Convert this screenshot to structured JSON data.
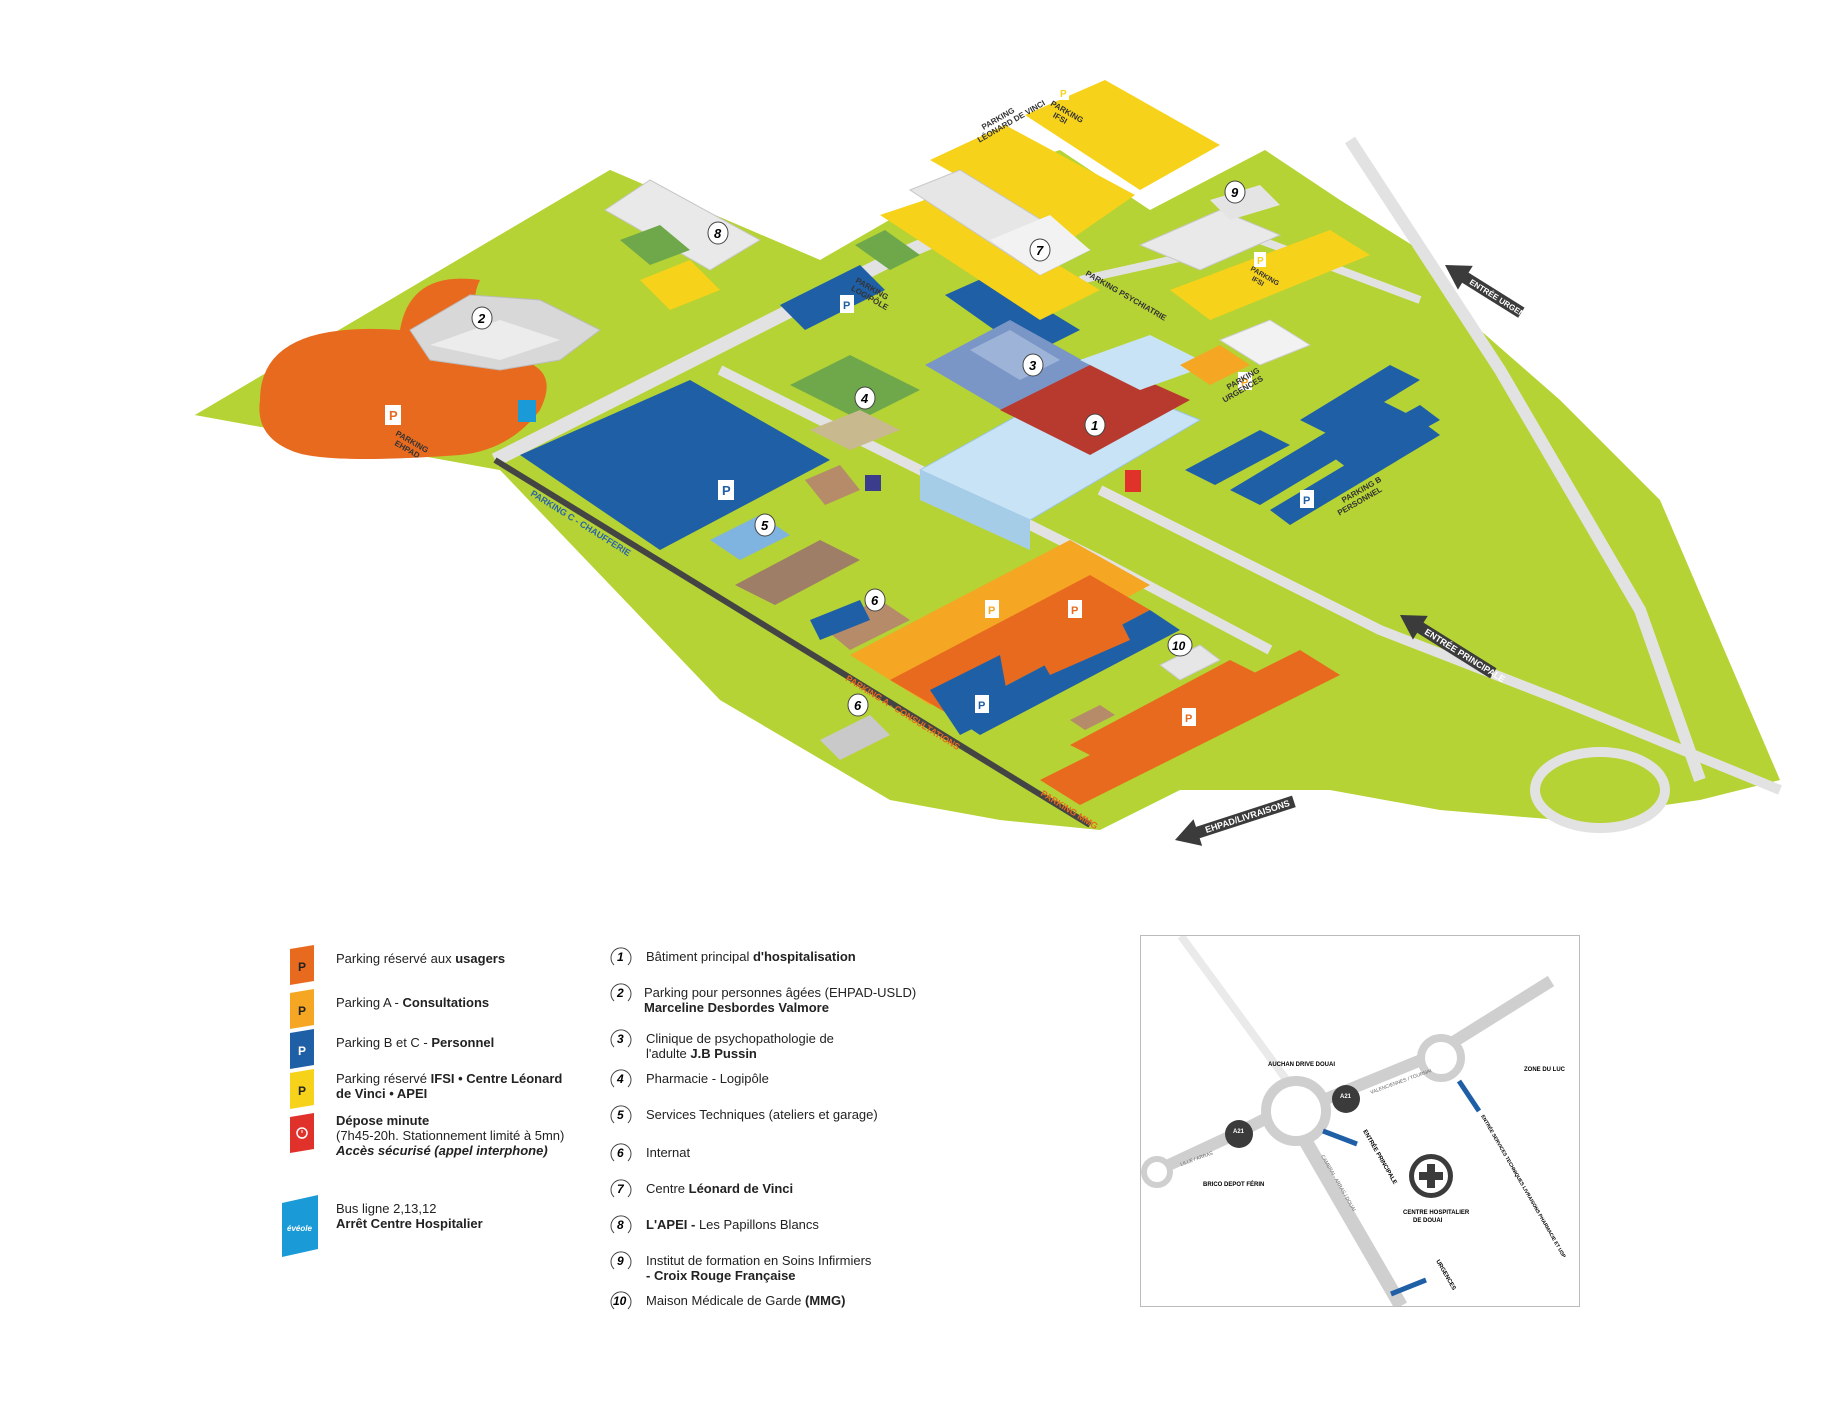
{
  "map": {
    "labels": {
      "parking_ehpad_1": "PARKING",
      "parking_ehpad_2": "EHPAD",
      "parking_logipole_1": "PARKING",
      "parking_logipole_2": "LOGIPÔLE",
      "parking_ldv_1": "PARKING",
      "parking_ldv_2": "LÉONARD DE VINCI",
      "parking_ifsi_1": "PARKING",
      "parking_ifsi_2": "IFSI",
      "parking_psy": "PARKING PSYCHIATRIE",
      "parking_apei_1": "PARKING",
      "parking_apei_2": "IFSI",
      "parking_urgences_1": "PARKING",
      "parking_urgences_2": "URGENCES",
      "parking_b_1": "PARKING B",
      "parking_b_2": "PERSONNEL",
      "parking_c": "PARKING C - CHAUFFERIE",
      "parking_a": "PARKING A - CONSULTATIONS",
      "parking_mmg": "PARKING MMG",
      "arrow_urgences": "ENTRÉE URGENCES",
      "arrow_principale": "ENTRÉE PRINCIPALE",
      "arrow_ehpad": "EHPAD/LIVRAISONS",
      "p": "P"
    },
    "markers": [
      "1",
      "2",
      "3",
      "4",
      "5",
      "6",
      "6",
      "7",
      "8",
      "9",
      "10"
    ]
  },
  "legend_parking": [
    {
      "color": "#e86a1e",
      "text_pre": "Parking réservé aux ",
      "text_bold": "usagers",
      "text_line2": "",
      "text_italic": ""
    },
    {
      "color": "#f5a623",
      "text_pre": "Parking A - ",
      "text_bold": "Consultations",
      "text_line2": "",
      "text_italic": ""
    },
    {
      "color": "#1f5fa6",
      "text_pre": "Parking B et C - ",
      "text_bold": "Personnel",
      "text_line2": "",
      "text_italic": ""
    },
    {
      "color": "#f7d21a",
      "text_pre": "Parking réservé ",
      "text_bold": "IFSI • Centre Léonard de Vinci • APEI",
      "text_line2": "",
      "text_italic": ""
    },
    {
      "color": "#e0312b",
      "text_pre": "",
      "text_bold": "Dépose minute",
      "text_line2": "(7h45-20h. Stationnement limité à 5mn)",
      "text_italic": "Accès sécurisé (appel interphone)"
    },
    {
      "color": "#1a9ad6",
      "text_pre": "Bus ligne 2,13,12",
      "text_bold": "Arrêt Centre Hospitalier",
      "text_line2": "",
      "text_italic": ""
    }
  ],
  "legend_bus_logo": "évéole",
  "legend_buildings": [
    {
      "num": "1",
      "pre": "Bâtiment principal ",
      "bold": "d'hospitalisation",
      "line2": ""
    },
    {
      "num": "2",
      "pre": "Parking pour personnes âgées (EHPAD-USLD)",
      "bold": "",
      "line2": "Marceline Desbordes Valmore"
    },
    {
      "num": "3",
      "pre": "Clinique de psychopathologie de",
      "bold": "",
      "line2pre": "l'adulte ",
      "line2": "J.B Pussin"
    },
    {
      "num": "4",
      "pre": "Pharmacie - Logipôle",
      "bold": "",
      "line2": ""
    },
    {
      "num": "5",
      "pre": "Services Techniques (ateliers et garage)",
      "bold": "",
      "line2": ""
    },
    {
      "num": "6",
      "pre": "Internat",
      "bold": "",
      "line2": ""
    },
    {
      "num": "7",
      "pre": "Centre ",
      "bold": "Léonard de Vinci",
      "line2": ""
    },
    {
      "num": "8",
      "pre": "",
      "bold": "L'APEI -",
      "post": " Les Papillons Blancs",
      "line2": ""
    },
    {
      "num": "9",
      "pre": "Institut de formation en Soins Infirmiers",
      "bold": "",
      "line2": "- Croix Rouge Française"
    },
    {
      "num": "10",
      "pre": "Maison Médicale de Garde ",
      "bold": "(MMG)",
      "line2": ""
    }
  ],
  "access_map": {
    "auchan": "AUCHAN DRIVE DOUAI",
    "zone_luc": "ZONE DU LUC",
    "brico": "BRICO DEPOT FÉRIN",
    "a21_1": "A21",
    "a21_2": "A21",
    "lille": "LILLE / ARRAS",
    "valenciennes": "VALENCIENNES / TOURNAI",
    "cambrai": "CAMBRAI - ARRAS / DOUAI",
    "entree_principale": "ENTRÉE PRINCIPALE",
    "entree_multi": "ENTRÉE SERVICES TECHNIQUES LIVRAISONS PHARMACIE ET USP",
    "urgences": "URGENCES",
    "hopital_1": "CENTRE HOSPITALIER",
    "hopital_2": "DE DOUAI"
  },
  "colors": {
    "grass": "#b5d334",
    "road": "#e2e2e2",
    "orange": "#e86a1e",
    "amber": "#f5a623",
    "blue": "#1f5fa6",
    "yellow": "#f7d21a",
    "red": "#e0312b",
    "dark": "#3b3b3b"
  }
}
